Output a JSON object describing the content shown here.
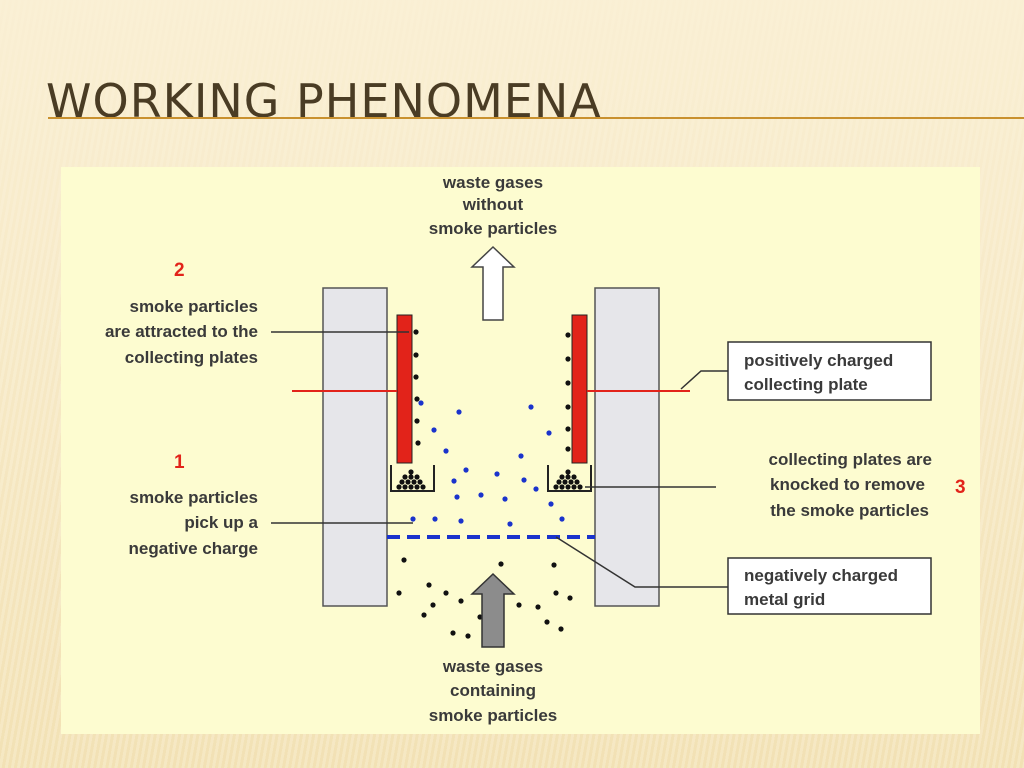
{
  "slide": {
    "title": "WORKING PHENOMENA"
  },
  "diagram": {
    "top_label": [
      "waste gases",
      "without",
      "smoke particles"
    ],
    "bottom_label": [
      "waste gases",
      "containing",
      "smoke particles"
    ],
    "steps": [
      {
        "number": "2",
        "lines": [
          "smoke particles",
          "are attracted to the",
          "collecting plates"
        ]
      },
      {
        "number": "1",
        "lines": [
          "smoke particles",
          "pick up a",
          "negative charge"
        ]
      },
      {
        "number": "3",
        "lines": [
          "collecting plates are",
          "knocked to remove",
          "the smoke particles"
        ]
      }
    ],
    "boxes": {
      "positive_plate": [
        "positively charged",
        "collecting plate"
      ],
      "negative_grid": [
        "negatively charged",
        "metal grid"
      ]
    },
    "colors": {
      "panel_bg": "#fdfcd0",
      "plate": "#e2231a",
      "grid": "#1a33cc",
      "number": "#e2231a",
      "wall": "#e6e6ea"
    }
  }
}
